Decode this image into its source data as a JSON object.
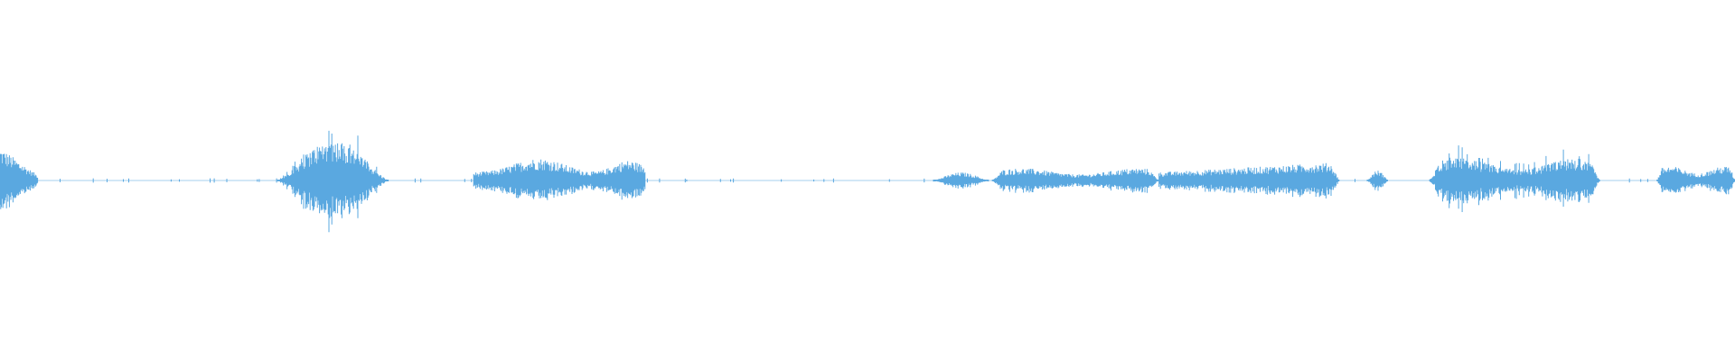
{
  "waveform": {
    "color": "#5aa8e0",
    "background": "#ffffff",
    "segments": [
      {
        "start": 0.0,
        "end": 0.022,
        "amplitude": 0.82,
        "shape": "fade-out",
        "style": "dense"
      },
      {
        "start": 0.16,
        "end": 0.224,
        "amplitude": 1.0,
        "shape": "peak",
        "style": "spiky"
      },
      {
        "start": 0.273,
        "end": 0.372,
        "amplitude": 0.55,
        "shape": "double-hump",
        "style": "dense"
      },
      {
        "start": 0.538,
        "end": 0.57,
        "amplitude": 0.2,
        "shape": "peak",
        "style": "dense"
      },
      {
        "start": 0.572,
        "end": 0.668,
        "amplitude": 0.3,
        "shape": "plateau",
        "style": "dense"
      },
      {
        "start": 0.668,
        "end": 0.772,
        "amplitude": 0.45,
        "shape": "ramp-up",
        "style": "dense"
      },
      {
        "start": 0.788,
        "end": 0.8,
        "amplitude": 0.25,
        "shape": "peak",
        "style": "dense"
      },
      {
        "start": 0.824,
        "end": 0.922,
        "amplitude": 0.55,
        "shape": "plateau",
        "style": "spiky"
      },
      {
        "start": 0.955,
        "end": 1.0,
        "amplitude": 0.35,
        "shape": "plateau",
        "style": "dense"
      }
    ]
  }
}
